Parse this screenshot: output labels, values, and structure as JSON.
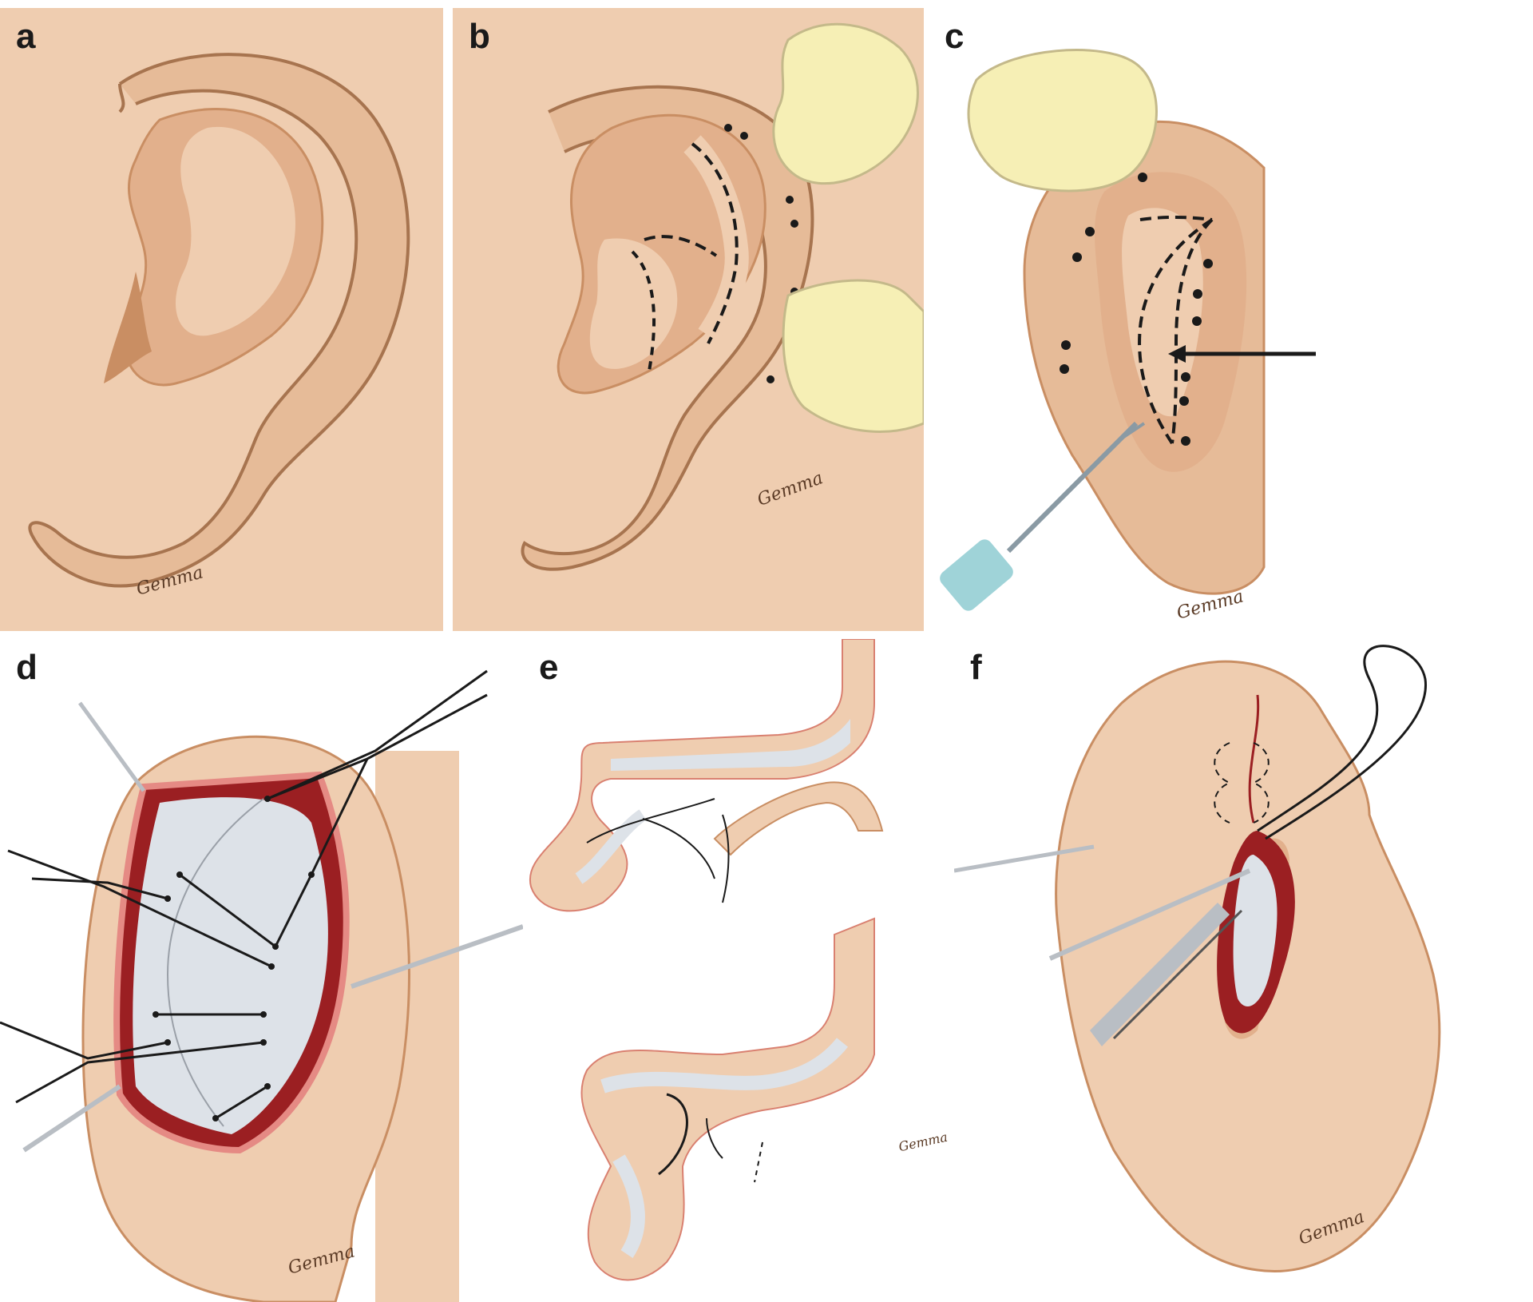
{
  "panels": [
    {
      "label": "a",
      "signature": "Gemma"
    },
    {
      "label": "b",
      "signature": "Gemma"
    },
    {
      "label": "c",
      "signature": "Gemma"
    },
    {
      "label": "d",
      "signature": "Gemma"
    },
    {
      "label": "e",
      "signature": "Gemma"
    },
    {
      "label": "f",
      "signature": "Gemma"
    }
  ],
  "colors": {
    "skin": "#efcdb0",
    "skin_mid": "#e2b08c",
    "skin_dark": "#c98e63",
    "outline": "#a7744f",
    "finger": "#f6efb5",
    "wound": "#9b1f22",
    "cartilage": "#dde2e8",
    "suture": "#1a1a1a"
  }
}
